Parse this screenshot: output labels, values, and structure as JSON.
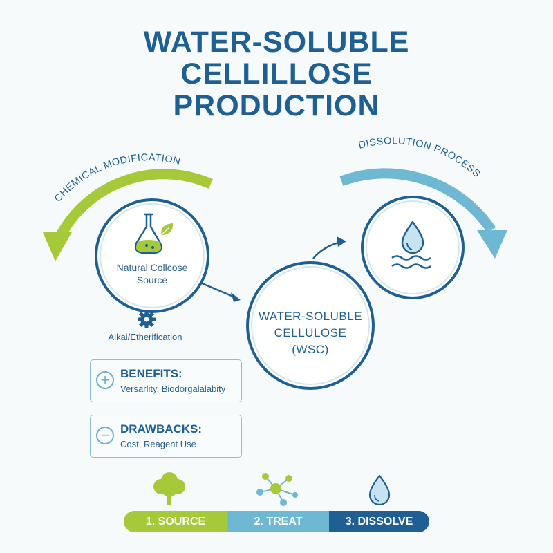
{
  "title": {
    "line1": "WATER-SOLUBLE",
    "line2": "CELLILLOSE",
    "line3": "PRODUCTION"
  },
  "arcs": {
    "left": "CHEMICAL MODIFICATION",
    "right": "DISSOLUTION PROCESS"
  },
  "source_circle": {
    "line1": "Natural Collcose",
    "line2": "Source",
    "icon": "flask-leaf-icon"
  },
  "process_label": "Alkai/Etherification",
  "wsc_circle": {
    "line1": "WATER-SOLUBLE",
    "line2": "CELLULOSE",
    "line3": "(WSC)"
  },
  "dissolve_circle": {
    "icon": "water-drop-waves-icon"
  },
  "benefits": {
    "heading": "BENEFITS:",
    "text": "Versarlity, Biodorgalalabity",
    "symbol": "+"
  },
  "drawbacks": {
    "heading": "DRAWBACKS:",
    "text": "Cost, Reagent Use",
    "symbol": "−"
  },
  "steps": [
    {
      "label": "1. SOURCE",
      "icon": "tree-icon"
    },
    {
      "label": "2. TREAT",
      "icon": "molecule-icon"
    },
    {
      "label": "3. DISSOLVE",
      "icon": "droplet-icon"
    }
  ],
  "colors": {
    "navy": "#1e5f94",
    "green": "#a6c939",
    "light_blue": "#6fb8d4"
  }
}
